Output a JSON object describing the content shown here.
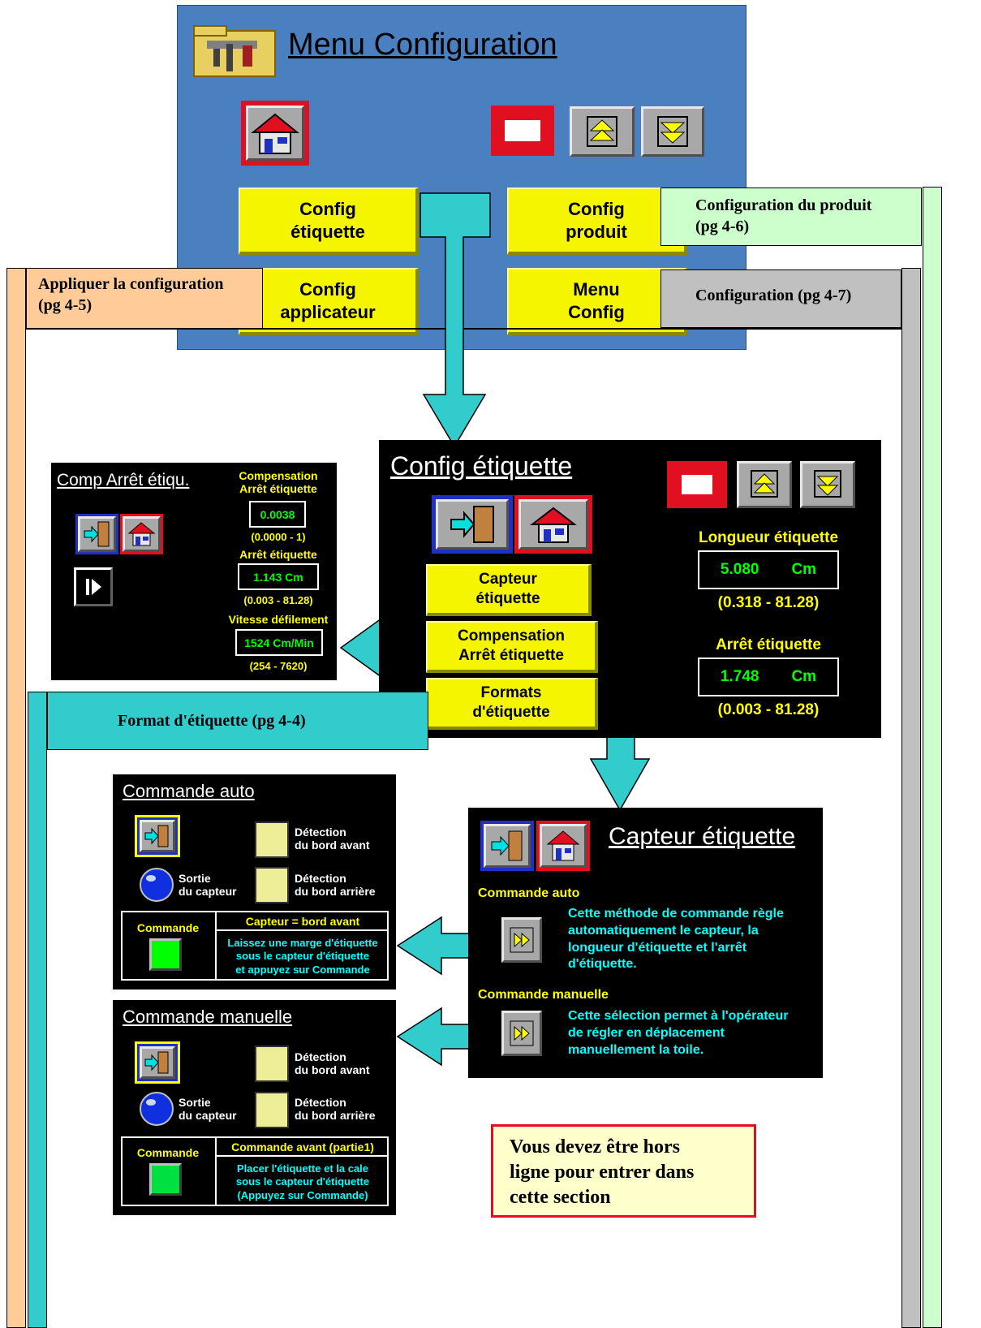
{
  "menu": {
    "title": "Menu Configuration",
    "buttons": {
      "config_etiquette": "Config\nétiquette",
      "config_produit": "Config\nproduit",
      "config_applicateur": "Config\napplicateur",
      "menu_config": "Menu\nConfig"
    }
  },
  "callouts": {
    "produit": "Configuration du produit\n(pg 4-6)",
    "appliquer": "Appliquer la configuration\n(pg 4-5)",
    "configuration": "Configuration (pg 4-7)",
    "format": "Format d'étiquette (pg 4-4)",
    "offline": "Vous devez être hors\nligne pour entrer dans\ncette section"
  },
  "config_etiquette": {
    "title": "Config étiquette",
    "buttons": {
      "capteur": "Capteur\nétiquette",
      "compensation": "Compensation\nArrêt étiquette",
      "formats": "Formats\nd'étiquette"
    },
    "longueur_label": "Longueur étiquette",
    "longueur_value": "5.080",
    "longueur_unit": "Cm",
    "longueur_range": "(0.318 - 81.28)",
    "arret_label": "Arrêt étiquette",
    "arret_value": "1.748",
    "arret_unit": "Cm",
    "arret_range": "(0.003 - 81.28)"
  },
  "comp_arret": {
    "title": "Comp Arrêt étiqu.",
    "comp_label": "Compensation\nArrêt étiquette",
    "comp_value": "0.0038",
    "comp_range": "(0.0000 - 1)",
    "arret_label": "Arrêt étiquette",
    "arret_value": "1.143 Cm",
    "arret_range": "(0.003 - 81.28)",
    "vitesse_label": "Vitesse défilement",
    "vitesse_value": "1524 Cm/Min",
    "vitesse_range": "(254 - 7620)"
  },
  "capteur_etiquette": {
    "title": "Capteur étiquette",
    "auto_label": "Commande auto",
    "auto_desc": "Cette méthode de commande règle\nautomatiquement le capteur, la\nlongueur d'étiquette et l'arrêt\nd'étiquette.",
    "manuelle_label": "Commande manuelle",
    "manuelle_desc": "Cette sélection permet à l'opérateur\nde régler en déplacement\nmanuellement la toile."
  },
  "commande_auto": {
    "title": "Commande auto",
    "detection_avant": "Détection\ndu bord avant",
    "detection_arriere": "Détection\ndu bord arrière",
    "sortie": "Sortie\ndu capteur",
    "commande": "Commande",
    "status_title": "Capteur = bord avant",
    "status_text": "Laissez une marge d'étiquette\nsous le capteur d'étiquette\net appuyez sur Commande"
  },
  "commande_manuelle": {
    "title": "Commande manuelle",
    "detection_avant": "Détection\ndu bord avant",
    "detection_arriere": "Détection\ndu bord arrière",
    "sortie": "Sortie\ndu capteur",
    "commande": "Commande",
    "status_title": "Commande avant (partie1)",
    "status_text": "Placer l'étiquette et la cale\nsous le capteur d'étiquette\n(Appuyez sur Commande)"
  },
  "colors": {
    "menu_bg": "#4a80c0",
    "cyan": "#33cccc",
    "callout_green": "#ccffcc",
    "callout_orange": "#ffcc99",
    "callout_gray": "#c0c0c0",
    "panel_bg": "#000000",
    "button_yellow": "#f5f500"
  },
  "icons": [
    "tools-folder-icon",
    "home-icon",
    "stop-icon",
    "scroll-up-icon",
    "scroll-down-icon",
    "exit-door-icon",
    "next-icon",
    "fast-forward-icon",
    "sensor-lamp-icon"
  ]
}
